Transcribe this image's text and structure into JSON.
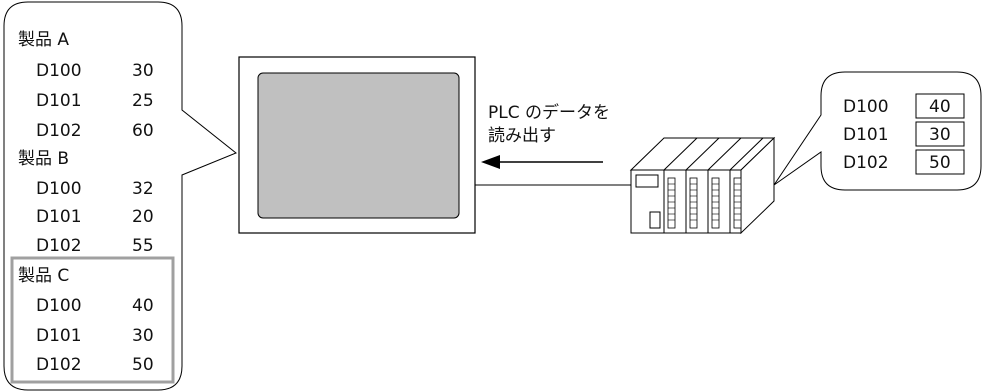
{
  "recipe_panel": {
    "groups": [
      {
        "name": "製品 A",
        "rows": [
          {
            "addr": "D100",
            "value": "30"
          },
          {
            "addr": "D101",
            "value": "25"
          },
          {
            "addr": "D102",
            "value": "60"
          }
        ]
      },
      {
        "name": "製品 B",
        "rows": [
          {
            "addr": "D100",
            "value": "32"
          },
          {
            "addr": "D101",
            "value": "20"
          },
          {
            "addr": "D102",
            "value": "55"
          }
        ]
      },
      {
        "name": "製品 C",
        "rows": [
          {
            "addr": "D100",
            "value": "40"
          },
          {
            "addr": "D101",
            "value": "30"
          },
          {
            "addr": "D102",
            "value": "50"
          }
        ]
      }
    ],
    "highlighted_group": 2
  },
  "arrow_caption": {
    "line1": "PLC のデータを",
    "line2": "読み出す"
  },
  "plc_panel": {
    "rows": [
      {
        "addr": "D100",
        "value": "40"
      },
      {
        "addr": "D101",
        "value": "30"
      },
      {
        "addr": "D102",
        "value": "50"
      }
    ]
  },
  "colors": {
    "screen_fill": "#c0c0c0",
    "highlight_border": "#a0a0a0",
    "outline": "#000000"
  }
}
